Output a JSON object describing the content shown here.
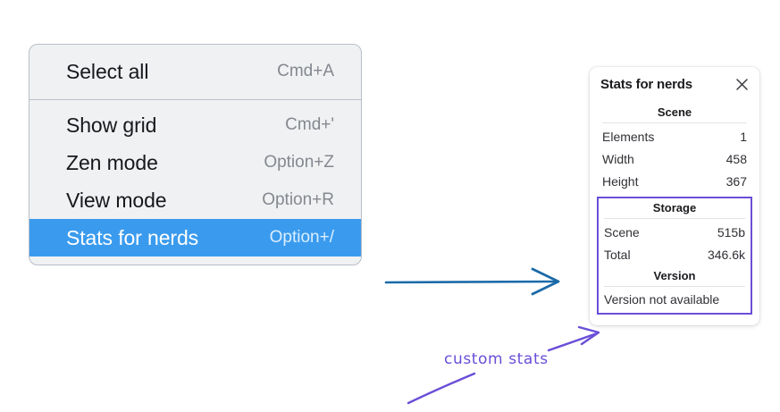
{
  "context_menu": {
    "groups": [
      {
        "name": "group-top",
        "items": [
          {
            "label": "Select all",
            "shortcut": "Cmd+A",
            "selected": false
          }
        ]
      },
      {
        "name": "group-bottom",
        "items": [
          {
            "label": "Show grid",
            "shortcut": "Cmd+'",
            "selected": false
          },
          {
            "label": "Zen mode",
            "shortcut": "Option+Z",
            "selected": false
          },
          {
            "label": "View mode",
            "shortcut": "Option+R",
            "selected": false
          },
          {
            "label": "Stats for nerds",
            "shortcut": "Option+/",
            "selected": true
          }
        ]
      }
    ],
    "highlight_color": "#3a9bee",
    "background_color": "#f0f1f3"
  },
  "stats_panel": {
    "title": "Stats for nerds",
    "close_icon": "close-icon",
    "scene": {
      "heading": "Scene",
      "rows": [
        {
          "key": "Elements",
          "value": "1"
        },
        {
          "key": "Width",
          "value": "458"
        },
        {
          "key": "Height",
          "value": "367"
        }
      ]
    },
    "storage": {
      "heading": "Storage",
      "rows": [
        {
          "key": "Scene",
          "value": "515b"
        },
        {
          "key": "Total",
          "value": "346.6k"
        }
      ]
    },
    "version": {
      "heading": "Version",
      "note": "Version not available"
    },
    "highlight_border_color": "#6b4ed8"
  },
  "annotations": {
    "handwritten_label": "custom stats",
    "blue_arrow_color": "#1b6aa8",
    "purple_arrow_color": "#6a4ed8"
  }
}
